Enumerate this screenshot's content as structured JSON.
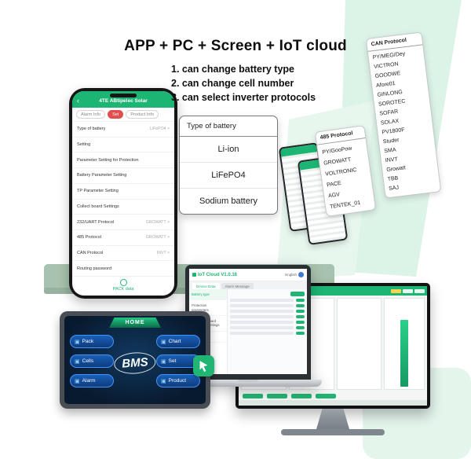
{
  "title": "APP + PC + Screen + IoT cloud",
  "points": [
    "1. can change battery type",
    "2. can change cell number",
    "3. can select inverter protocols"
  ],
  "colors": {
    "accent": "#1db573",
    "tab_active_red": "#e04f4f",
    "mint": "#dcf3e7",
    "sage_shelf": "#a7c2ae",
    "home_button_blue": "#1a5fb8"
  },
  "phone": {
    "back_icon": "‹",
    "header_title": "4TE ABtipelec Solar",
    "tabs": [
      "Alarm Info",
      "Set",
      "Product Info"
    ],
    "rows": [
      {
        "label": "Type of battery",
        "value": "LiFePO4 >"
      },
      {
        "label": "Setting",
        "value": ""
      },
      {
        "label": "Parameter Setting for Protection",
        "value": ""
      },
      {
        "label": "Battery Parameter Setting",
        "value": ""
      },
      {
        "label": "TP Parameter Setting",
        "value": ""
      },
      {
        "label": "Collect board Settings",
        "value": ""
      },
      {
        "label": "232/UART Protocol",
        "value": "GROWATT >"
      },
      {
        "label": "485 Protocol",
        "value": "GROWATT >"
      },
      {
        "label": "CAN Protocol",
        "value": "INVT >"
      },
      {
        "label": "Routing password",
        "value": ""
      }
    ],
    "footer": "PACK data"
  },
  "popup": {
    "title": "Type of battery",
    "options": [
      "Li-ion",
      "LiFePO4",
      "Sodium battery"
    ]
  },
  "protocol_485": {
    "title": "485 Protocol",
    "items": [
      "PY/GooPow",
      "GROWATT",
      "VOLTRONIC",
      "PACE",
      "AGV",
      "TENTEK_01"
    ]
  },
  "protocol_can": {
    "title": "CAN Protocol",
    "items": [
      "PY/MEG/Dey",
      "VICTRON",
      "GOODWE",
      "Afore01",
      "GINLONG",
      "SOROTEC",
      "SOFAR",
      "SOLAX",
      "PV1800F",
      "Studer",
      "SMA",
      "INVT",
      "Growatt",
      "TBB",
      "SAJ"
    ]
  },
  "home_screen": {
    "title": "HOME",
    "center_label": "BMS",
    "left_buttons": [
      "Pack",
      "Cells",
      "Alarm"
    ],
    "right_buttons": [
      "Chart",
      "Set",
      "Product"
    ]
  },
  "laptop": {
    "app_title": "IoT Cloud V1.0.16",
    "language": "English",
    "tabs": [
      "Device Data",
      "Alarm Message"
    ],
    "sidebar_items": [
      "Battery type",
      "Protection parameters",
      "Collection board parameter settings",
      "set protocol"
    ]
  }
}
